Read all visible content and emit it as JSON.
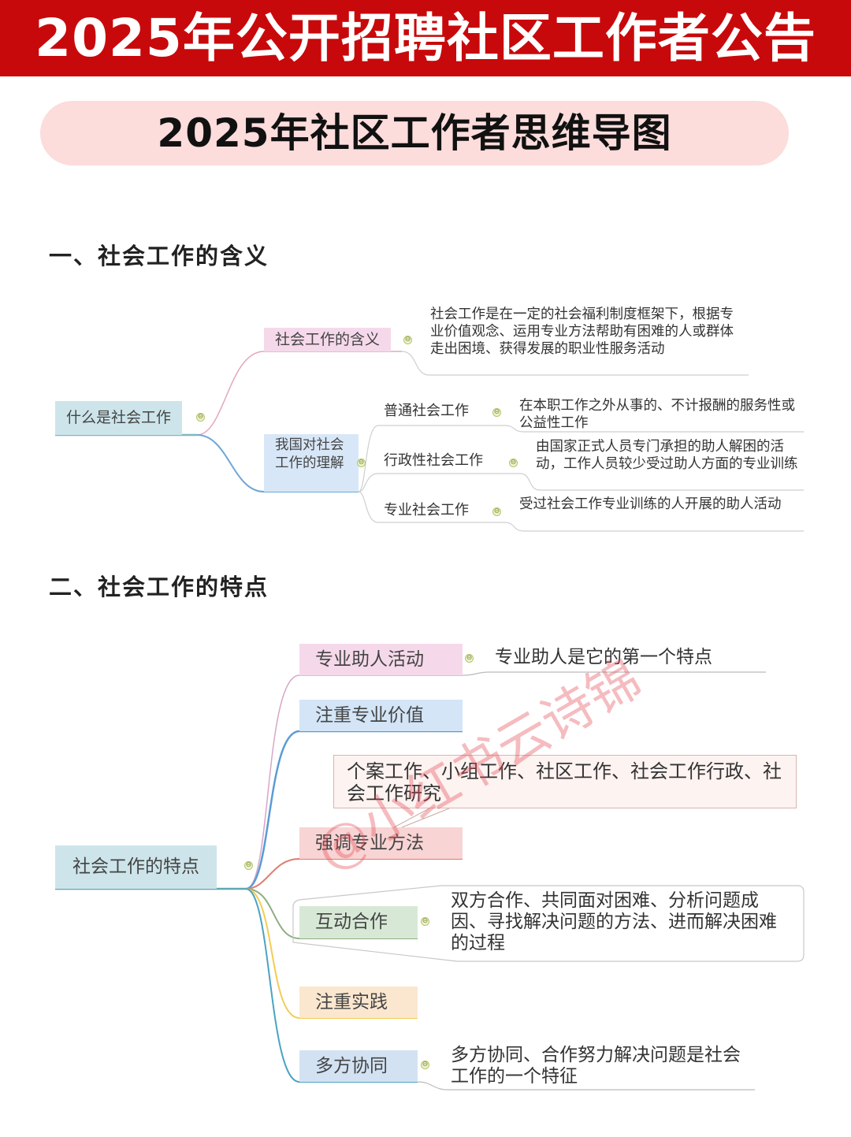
{
  "banner": {
    "title": "2025年公开招聘社区工作者公告",
    "color": "#c8090b"
  },
  "subtitle": {
    "text": "2025年社区工作者思维导图",
    "color": "#fddcdc"
  },
  "section1": {
    "title": "一、社会工作的含义",
    "root": {
      "label": "什么是社会工作",
      "color": "#cde5ea"
    },
    "branches": [
      {
        "label": "社会工作的含义",
        "color": "#f5d9ea",
        "detail": "社会工作是在一定的社会福利制度框架下，根据专业价值观念、运用专业方法帮助有困难的人或群体走出困境、获得发展的职业性服务活动"
      },
      {
        "label": "我国对社会工作的理解",
        "color": "#d8e7f7",
        "children": [
          {
            "label": "普通社会工作",
            "detail": "在本职工作之外从事的、不计报酬的服务性或公益性工作"
          },
          {
            "label": "行政性社会工作",
            "detail": "由国家正式人员专门承担的助人解困的活动，工作人员较少受过助人方面的专业训练"
          },
          {
            "label": "专业社会工作",
            "detail": "受过社会工作专业训练的人开展的助人活动"
          }
        ]
      }
    ]
  },
  "section2": {
    "title": "二、社会工作的特点",
    "root": {
      "label": "社会工作的特点",
      "color": "#cde5ea"
    },
    "branches": [
      {
        "label": "专业助人活动",
        "color": "#f5d9ea",
        "line": "#d8a6c8",
        "detail": "专业助人是它的第一个特点"
      },
      {
        "label": "注重专业价值",
        "color": "#d3e5f7",
        "line": "#5b9bd5"
      },
      {
        "label": "强调专业方法",
        "color": "#f8d4d4",
        "line": "#e07b6e",
        "detail": "个案工作、小组工作、社区工作、社会工作行政、社会工作研究"
      },
      {
        "label": "互动合作",
        "color": "#d7e9d6",
        "line": "#8fae7f",
        "detail": "双方合作、共同面对困难、分析问题成因、寻找解决问题的方法、进而解决困难的过程"
      },
      {
        "label": "注重实践",
        "color": "#fbe7cf",
        "line": "#f2cc55"
      },
      {
        "label": "多方协同",
        "color": "#d3e2f3",
        "line": "#4aa3c3",
        "detail": "多方协同、合作努力解决问题是社会工作的一个特征"
      }
    ]
  },
  "watermark": "@小红书云诗锦",
  "icons": {
    "collapse": "⊖"
  }
}
